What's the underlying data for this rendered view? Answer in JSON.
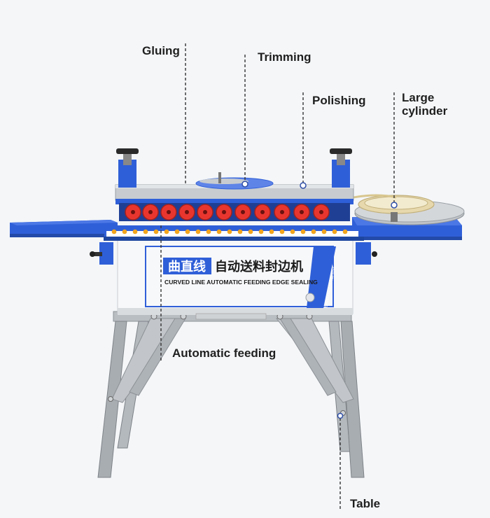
{
  "callouts": {
    "gluing": "Gluing",
    "trimming": "Trimming",
    "polishing": "Polishing",
    "large_cylinder": "Large cylinder",
    "automatic_feeding": "Automatic feeding",
    "table": "Table"
  },
  "machine_panel": {
    "title_highlight": "曲直线",
    "title_rest": "自动送料封边机",
    "subtitle": "CURVED LINE AUTOMATIC FEEDING EDGE SEALING",
    "side_text": "BANDING MACHINE"
  },
  "colors": {
    "brand_blue": "#2f5fd8",
    "roller_red": "#e8362f",
    "feed_orange": "#f3a51c",
    "frame_gray": "#9ea3a8"
  }
}
